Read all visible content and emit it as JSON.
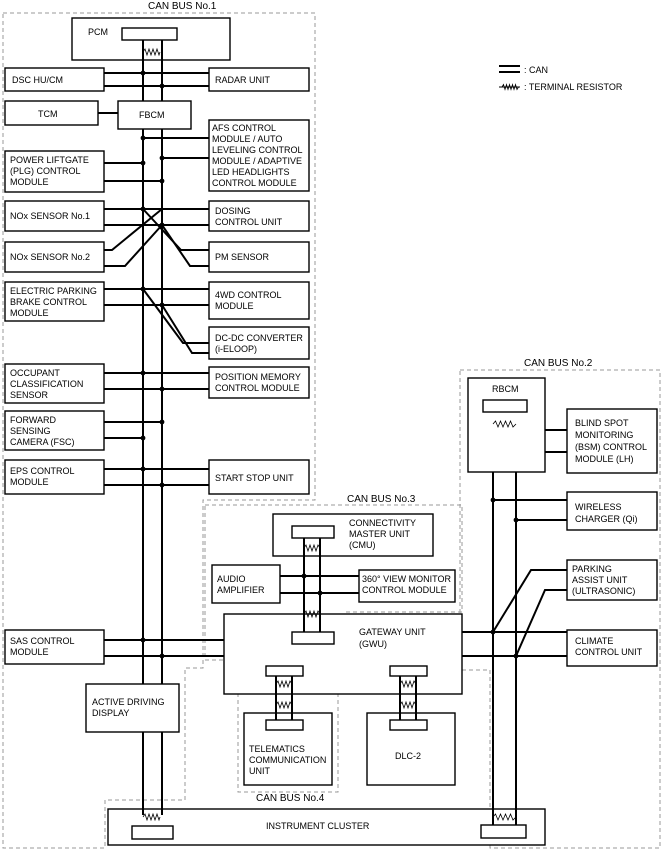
{
  "buses": {
    "bus1": "CAN BUS No.1",
    "bus2": "CAN BUS No.2",
    "bus3": "CAN BUS No.3",
    "bus4": "CAN BUS No.4"
  },
  "legend": {
    "can": ": CAN",
    "resistor": ": TERMINAL RESISTOR"
  },
  "modules": {
    "pcm": [
      "PCM"
    ],
    "dsc": [
      "DSC HU/CM"
    ],
    "radar": [
      "RADAR UNIT"
    ],
    "tcm": [
      "TCM"
    ],
    "fbcm": [
      "FBCM"
    ],
    "afs": [
      "AFS CONTROL",
      "MODULE / AUTO",
      "LEVELING CONTROL",
      "MODULE / ADAPTIVE",
      "LED HEADLIGHTS",
      "CONTROL MODULE"
    ],
    "plg": [
      "POWER LIFTGATE",
      "(PLG) CONTROL",
      "MODULE"
    ],
    "nox1": [
      "NOx SENSOR No.1"
    ],
    "dosing": [
      "DOSING",
      "CONTROL UNIT"
    ],
    "nox2": [
      "NOx SENSOR No.2"
    ],
    "pm": [
      "PM SENSOR"
    ],
    "epb": [
      "ELECTRIC PARKING",
      "BRAKE CONTROL",
      "MODULE"
    ],
    "fourwd": [
      "4WD CONTROL",
      "MODULE"
    ],
    "dcdc": [
      "DC-DC CONVERTER",
      "(i-ELOOP)"
    ],
    "ocs": [
      "OCCUPANT",
      "CLASSIFICATION",
      "SENSOR"
    ],
    "posmem": [
      "POSITION MEMORY",
      "CONTROL MODULE"
    ],
    "fsc": [
      "FORWARD",
      "SENSING",
      "CAMERA (FSC)"
    ],
    "eps": [
      "EPS CONTROL",
      "MODULE"
    ],
    "startstop": [
      "START STOP UNIT"
    ],
    "rbcm": [
      "RBCM"
    ],
    "bsm": [
      "BLIND SPOT",
      "MONITORING",
      "(BSM) CONTROL",
      "MODULE (LH)"
    ],
    "wireless": [
      "WIRELESS",
      "CHARGER (Qi)"
    ],
    "cmu": [
      "CONNECTIVITY",
      "MASTER UNIT",
      "(CMU)"
    ],
    "audio": [
      "AUDIO",
      "AMPLIFIER"
    ],
    "view360": [
      "360° VIEW MONITOR",
      "CONTROL MODULE"
    ],
    "parking": [
      "PARKING",
      "ASSIST UNIT",
      "(ULTRASONIC)"
    ],
    "sas": [
      "SAS CONTROL",
      "MODULE"
    ],
    "gwu": [
      "GATEWAY UNIT",
      "(GWU)"
    ],
    "climate": [
      "CLIMATE",
      "CONTROL UNIT"
    ],
    "add": [
      "ACTIVE DRIVING",
      "DISPLAY"
    ],
    "tcu": [
      "TELEMATICS",
      "COMMUNICATION",
      "UNIT"
    ],
    "dlc": [
      "DLC-2"
    ],
    "cluster": [
      "INSTRUMENT CLUSTER"
    ]
  }
}
